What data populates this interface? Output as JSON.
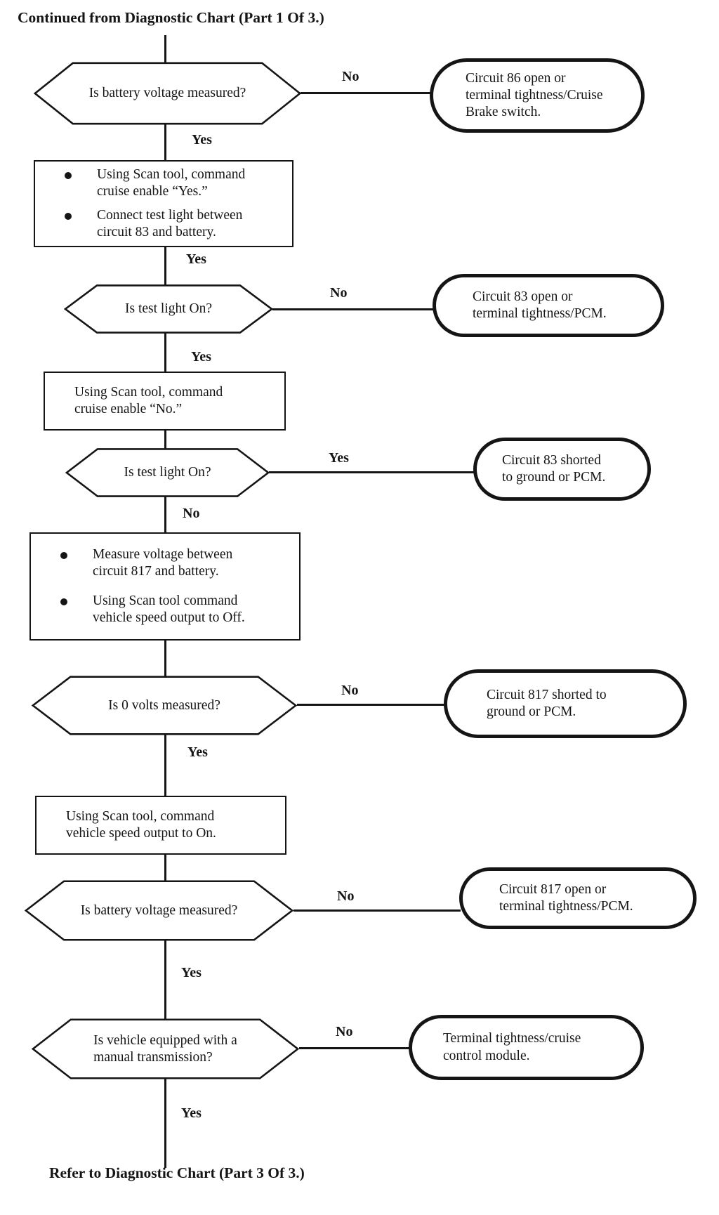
{
  "header": {
    "text": "Continued from Diagnostic Chart (Part 1 Of 3.)"
  },
  "footer": {
    "text": "Refer to Diagnostic Chart (Part 3 Of 3.)"
  },
  "labels": {
    "yes": "Yes",
    "no": "No"
  },
  "decisions": {
    "d1": {
      "question": "Is battery voltage measured?"
    },
    "d2": {
      "question": "Is test light On?"
    },
    "d3": {
      "question": "Is test light On?"
    },
    "d4": {
      "question": "Is 0 volts measured?"
    },
    "d5": {
      "question": "Is battery voltage measured?"
    },
    "d6": {
      "lines": [
        "Is vehicle equipped with a",
        "manual transmission?"
      ]
    }
  },
  "actions": {
    "p1": {
      "bullets": [
        [
          "Using Scan tool, command",
          "cruise enable “Yes.”"
        ],
        [
          "Connect test light between",
          "circuit 83 and battery."
        ]
      ]
    },
    "p2": {
      "lines": [
        "Using Scan tool, command",
        "cruise enable “No.”"
      ]
    },
    "p3": {
      "bullets": [
        [
          "Measure voltage between",
          "circuit 817 and battery."
        ],
        [
          "Using Scan tool command",
          "vehicle speed output to Off."
        ]
      ]
    },
    "p4": {
      "lines": [
        "Using Scan tool, command",
        "vehicle speed output to On."
      ]
    }
  },
  "terminals": {
    "t1": {
      "lines": [
        "Circuit 86 open or",
        "terminal tightness/Cruise",
        "Brake switch."
      ]
    },
    "t2": {
      "lines": [
        "Circuit 83 open or",
        "terminal tightness/PCM."
      ]
    },
    "t3": {
      "lines": [
        "Circuit 83 shorted",
        "to ground or PCM."
      ]
    },
    "t4": {
      "lines": [
        "Circuit 817 shorted to",
        "ground or PCM."
      ]
    },
    "t5": {
      "lines": [
        "Circuit 817 open or",
        "terminal tightness/PCM."
      ]
    },
    "t6": {
      "lines": [
        "Terminal tightness/cruise",
        "control module."
      ]
    }
  }
}
